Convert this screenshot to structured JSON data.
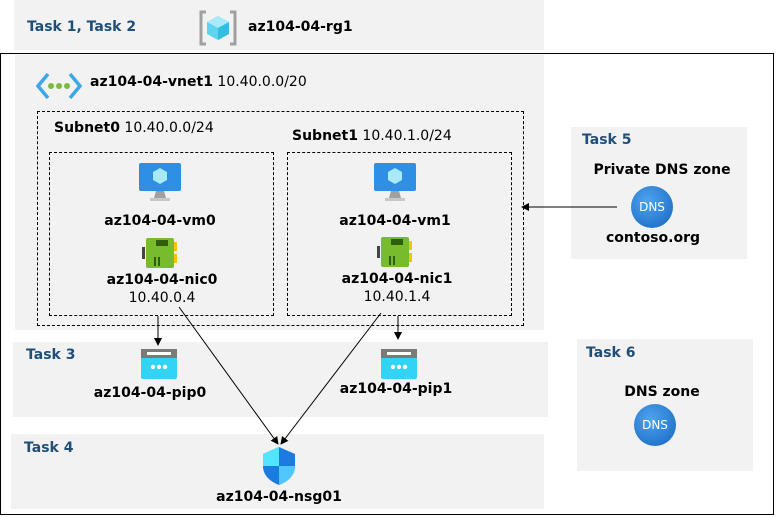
{
  "resource_group": {
    "task": "Task 1, Task 2",
    "name": "az104-04-rg1",
    "icon": "resource-group-icon"
  },
  "vnet": {
    "name": "az104-04-vnet1",
    "cidr": "10.40.0.0/20",
    "icon": "virtual-network-icon"
  },
  "subnets": [
    {
      "name": "Subnet0",
      "cidr": "10.40.0.0/24",
      "vm": "az104-04-vm0",
      "nic": "az104-04-nic0",
      "ip": "10.40.0.4"
    },
    {
      "name": "Subnet1",
      "cidr": "10.40.1.0/24",
      "vm": "az104-04-vm1",
      "nic": "az104-04-nic1",
      "ip": "10.40.1.4"
    }
  ],
  "task3": {
    "task": "Task 3",
    "pips": [
      "az104-04-pip0",
      "az104-04-pip1"
    ]
  },
  "task4": {
    "task": "Task 4",
    "nsg": "az104-04-nsg01"
  },
  "task5": {
    "task": "Task 5",
    "title": "Private DNS zone",
    "icon_text": "DNS",
    "zone": "contoso.org"
  },
  "task6": {
    "task": "Task 6",
    "title": "DNS zone",
    "icon_text": "DNS"
  },
  "colors": {
    "task_text": "#1f4e79",
    "panel": "#f2f2f2",
    "azure_blue": "#0078d4"
  }
}
